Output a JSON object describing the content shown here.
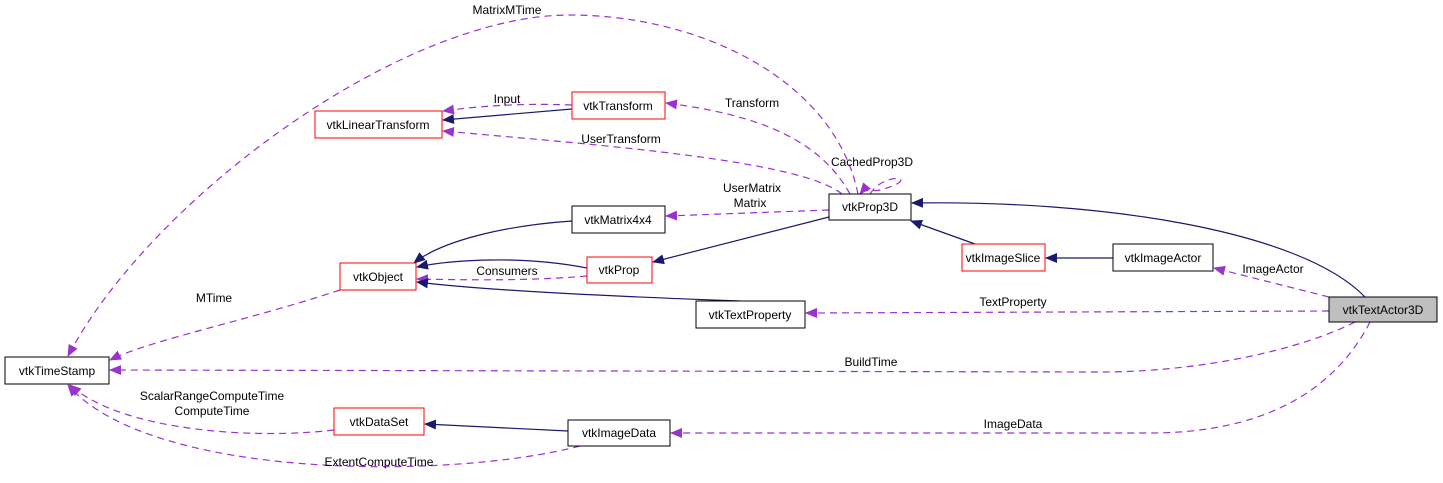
{
  "colors": {
    "inheritance": "#191970",
    "usage": "#9a32cd",
    "highlighted_fill": "#bfbfbf",
    "undocumented_border": "#ff0000"
  },
  "nodes": {
    "textactor3d": "vtkTextActor3D",
    "prop3d": "vtkProp3D",
    "imageslice": "vtkImageSlice",
    "imageactor": "vtkImageActor",
    "transform": "vtkTransform",
    "lineartransform": "vtkLinearTransform",
    "matrix4x4": "vtkMatrix4x4",
    "object": "vtkObject",
    "prop": "vtkProp",
    "textproperty": "vtkTextProperty",
    "timestamp": "vtkTimeStamp",
    "dataset": "vtkDataSet",
    "imagedata": "vtkImageData"
  },
  "edge_labels": {
    "matrixmtime": "MatrixMTime",
    "input": "Input",
    "transform": "Transform",
    "usertransform": "UserTransform",
    "cachedprop3d": "CachedProp3D",
    "usermatrix": "UserMatrix",
    "matrix": "Matrix",
    "consumers": "Consumers",
    "mtime": "MTime",
    "textproperty": "TextProperty",
    "imageactor": "ImageActor",
    "buildtime": "BuildTime",
    "scalarrange": "ScalarRangeComputeTime",
    "computetime": "ComputeTime",
    "imagedata": "ImageData",
    "extentcomputetime": "ExtentComputeTime"
  }
}
